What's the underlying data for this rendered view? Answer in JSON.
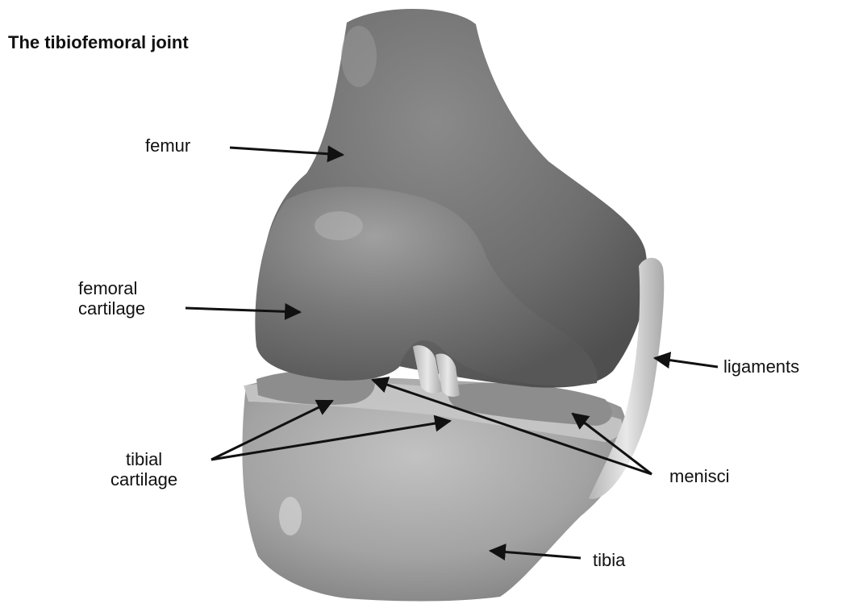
{
  "title": "The tibiofemoral joint",
  "labels": {
    "femur": "femur",
    "femoral_cartilage": [
      "femoral",
      "cartilage"
    ],
    "ligaments": "ligaments",
    "tibial_cartilage": [
      "tibial",
      "cartilage"
    ],
    "menisci": "menisci",
    "tibia": "tibia"
  },
  "colors": {
    "femur": "#6f6f6f",
    "cartilage": "#7a7a7a",
    "meniscus": "#9a9a9a",
    "tibia": "#a9a9a9",
    "ligament": "#cfcfcf",
    "arrow": "#111111",
    "background": "#ffffff"
  }
}
